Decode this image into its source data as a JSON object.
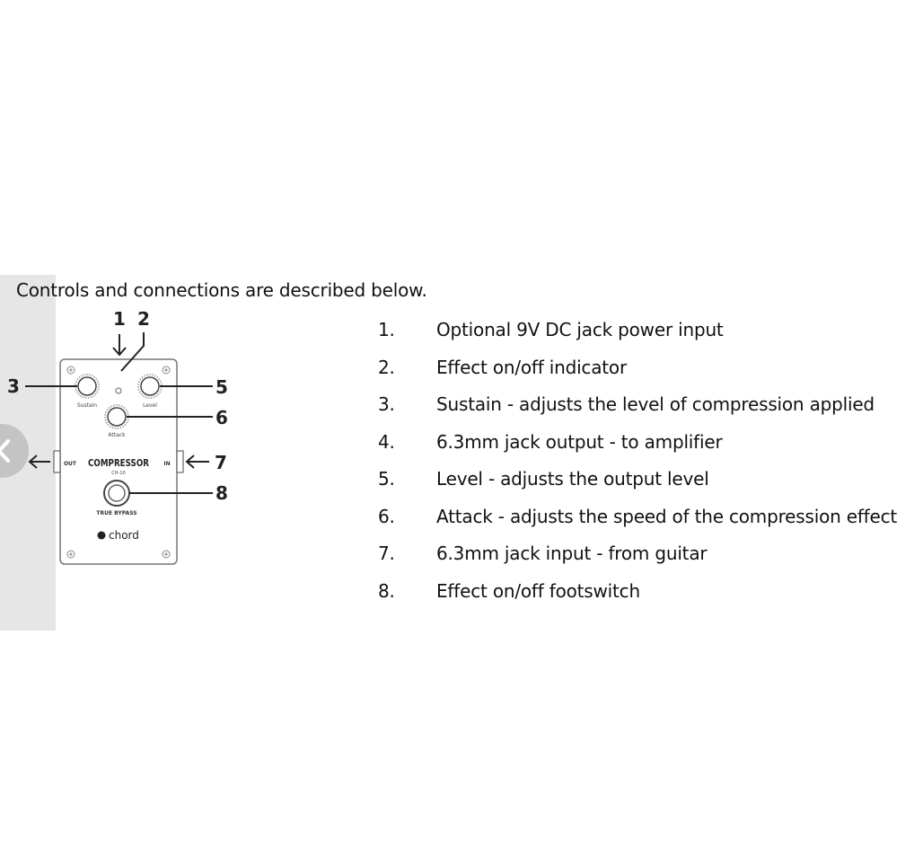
{
  "intro": "Controls and connections are described below.",
  "nav": {
    "prev_icon": "chevron-left-icon"
  },
  "diagram": {
    "callouts": [
      "1",
      "2",
      "3",
      "5",
      "6",
      "7",
      "8"
    ],
    "knob_labels": {
      "sustain": "Sustain",
      "level": "Level",
      "attack": "Attack"
    },
    "jack_labels": {
      "out": "OUT",
      "in": "IN"
    },
    "pedal_name": "COMPRESSOR",
    "model": "CH-10",
    "bypass_label": "TRUE BYPASS",
    "brand": "chord"
  },
  "specs": [
    {
      "num": "1.",
      "text": "Optional 9V DC jack power input"
    },
    {
      "num": "2.",
      "text": "Effect on/off indicator"
    },
    {
      "num": "3.",
      "text": "Sustain - adjusts the level of compression applied"
    },
    {
      "num": "4.",
      "text": "6.3mm jack output - to amplifier"
    },
    {
      "num": "5.",
      "text": "Level - adjusts the output level"
    },
    {
      "num": "6.",
      "text": "Attack - adjusts the speed of the compression effect"
    },
    {
      "num": "7.",
      "text": "6.3mm jack input - from guitar"
    },
    {
      "num": "8.",
      "text": "Effect on/off footswitch"
    }
  ]
}
